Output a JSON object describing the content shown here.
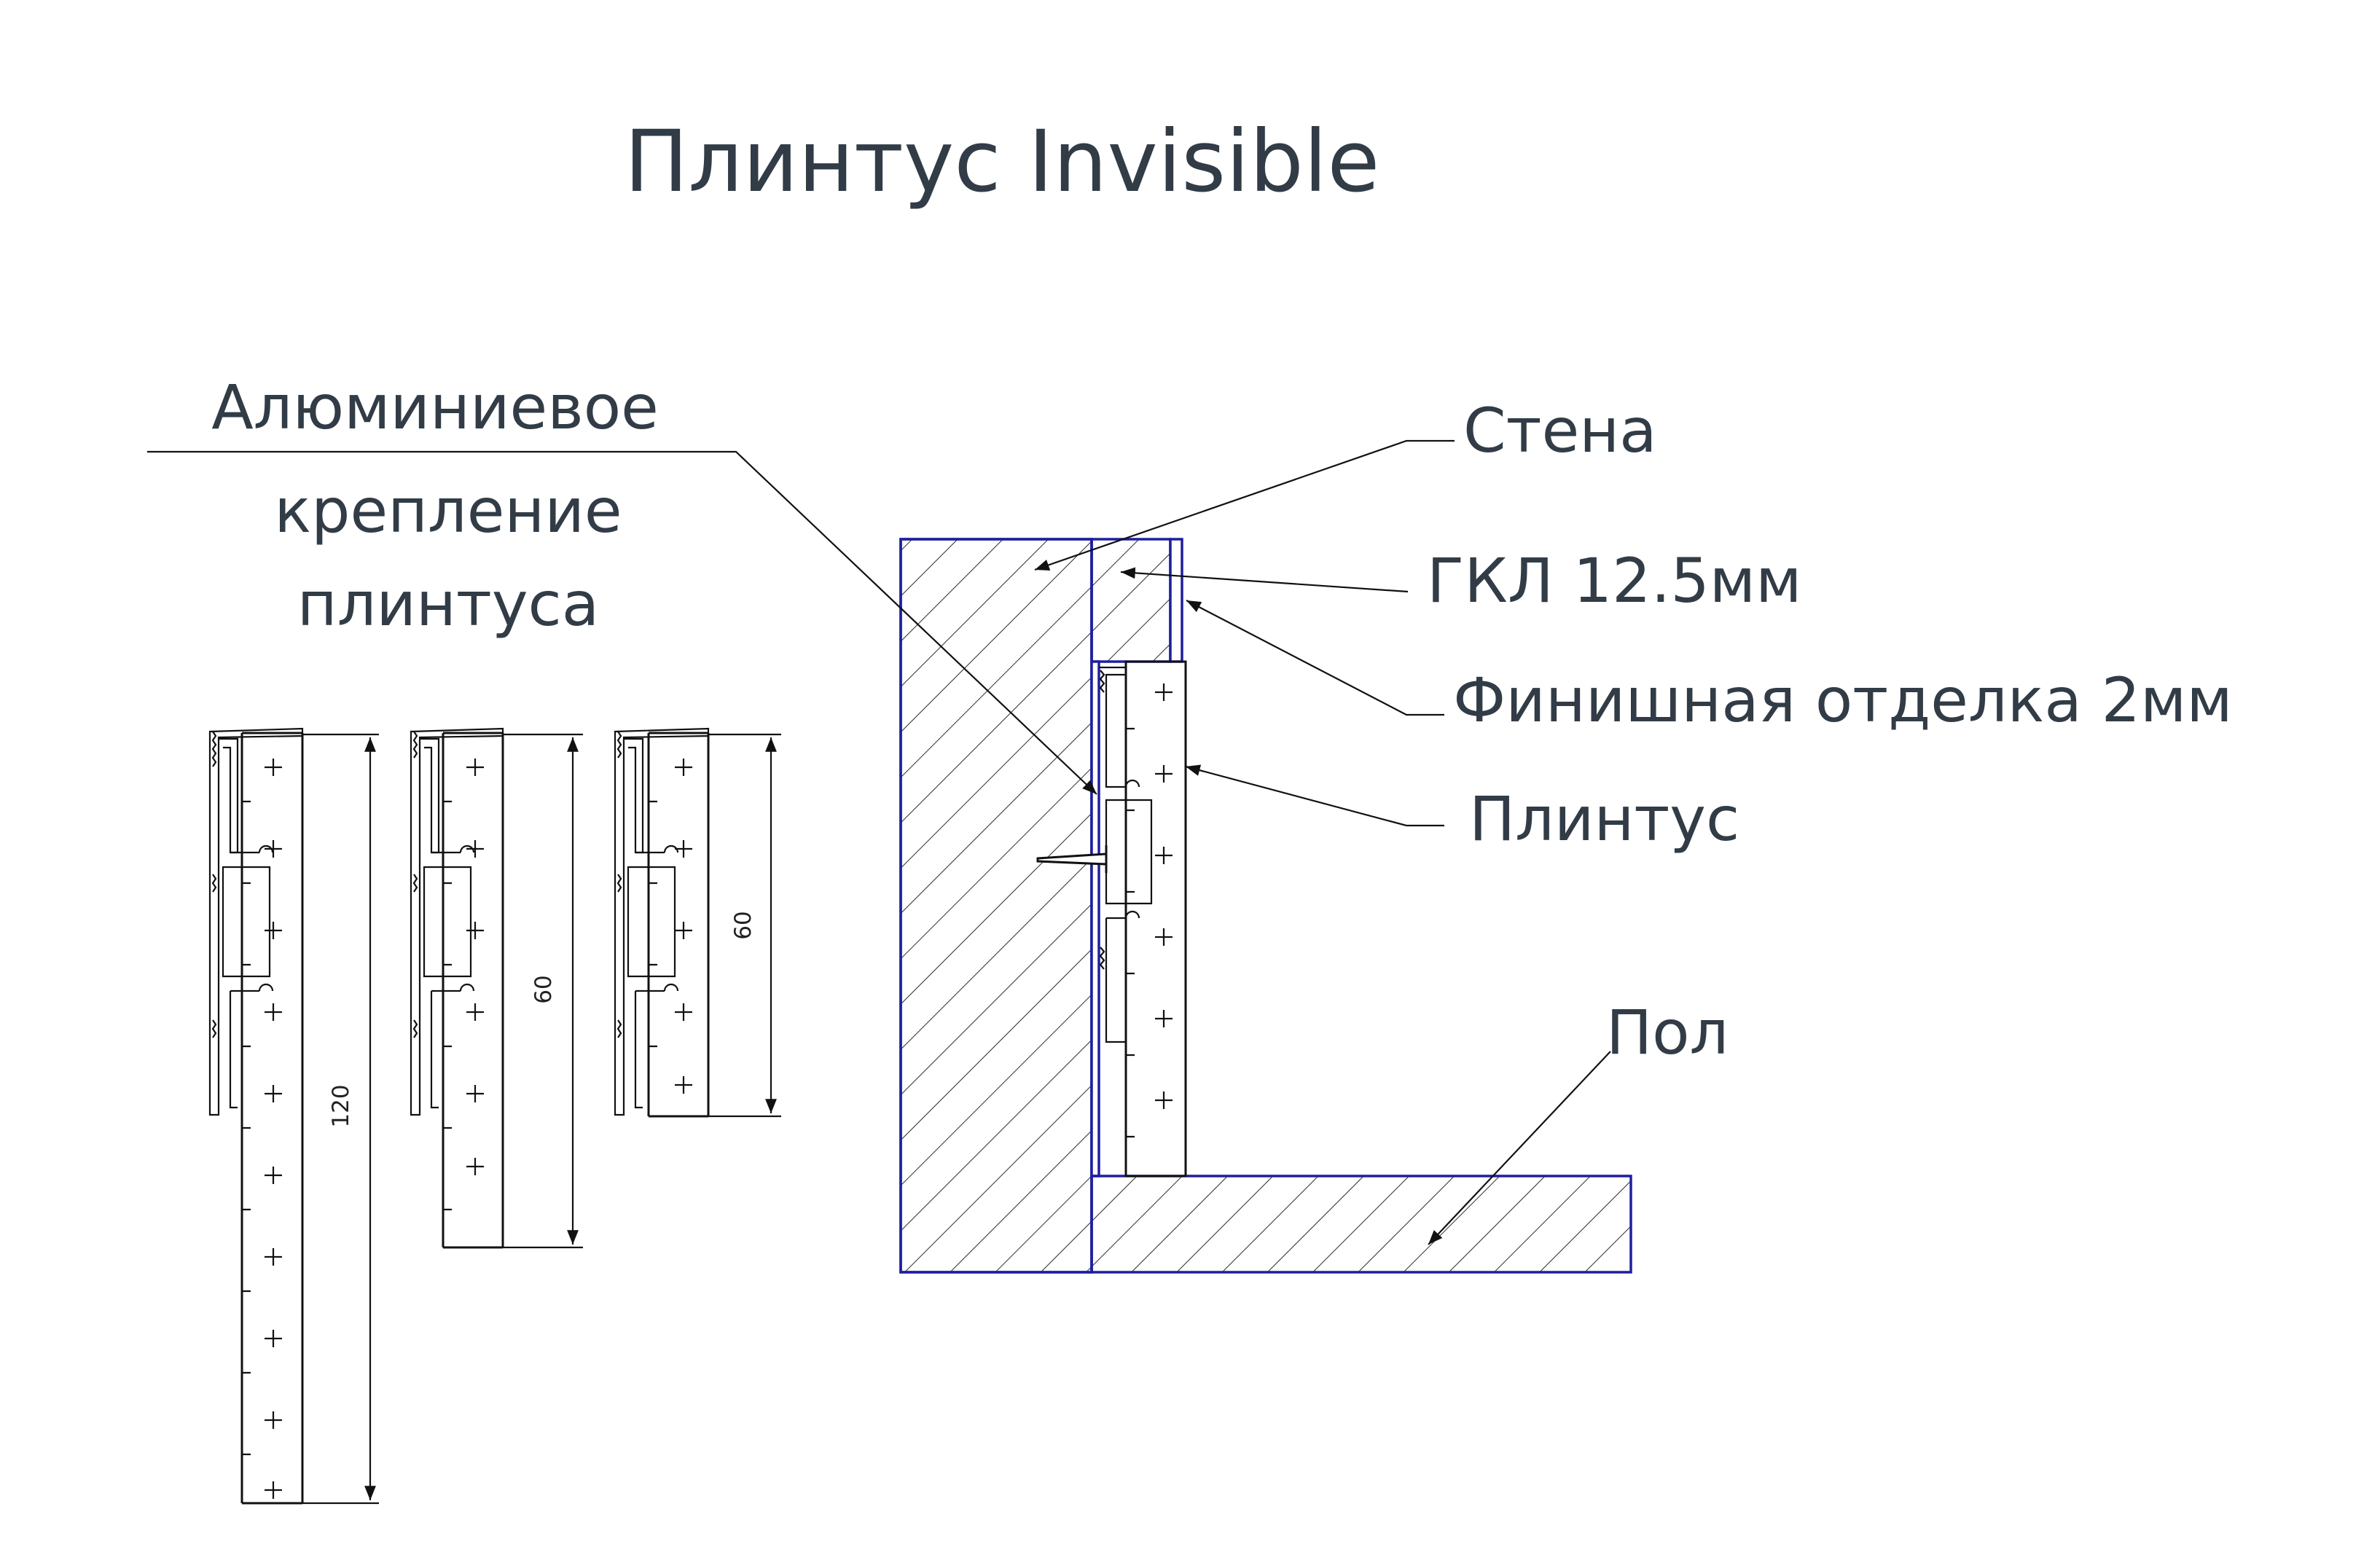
{
  "title": "Плинтус Invisible",
  "labels": {
    "aluminum_line1": "Алюминиевое",
    "aluminum_line2": "крепление",
    "aluminum_line3": "плинтуса",
    "wall": "Стена",
    "gkl": "ГКЛ 12.5мм",
    "finish": "Финишная отделка 2мм",
    "plinth": "Плинтус",
    "floor": "Пол"
  },
  "dimensions": {
    "profile_1": "120",
    "profile_2": "60",
    "profile_3": "60"
  },
  "colors": {
    "text": "#323c46",
    "line": "#111111",
    "section_outline": "#1f1f9e"
  }
}
